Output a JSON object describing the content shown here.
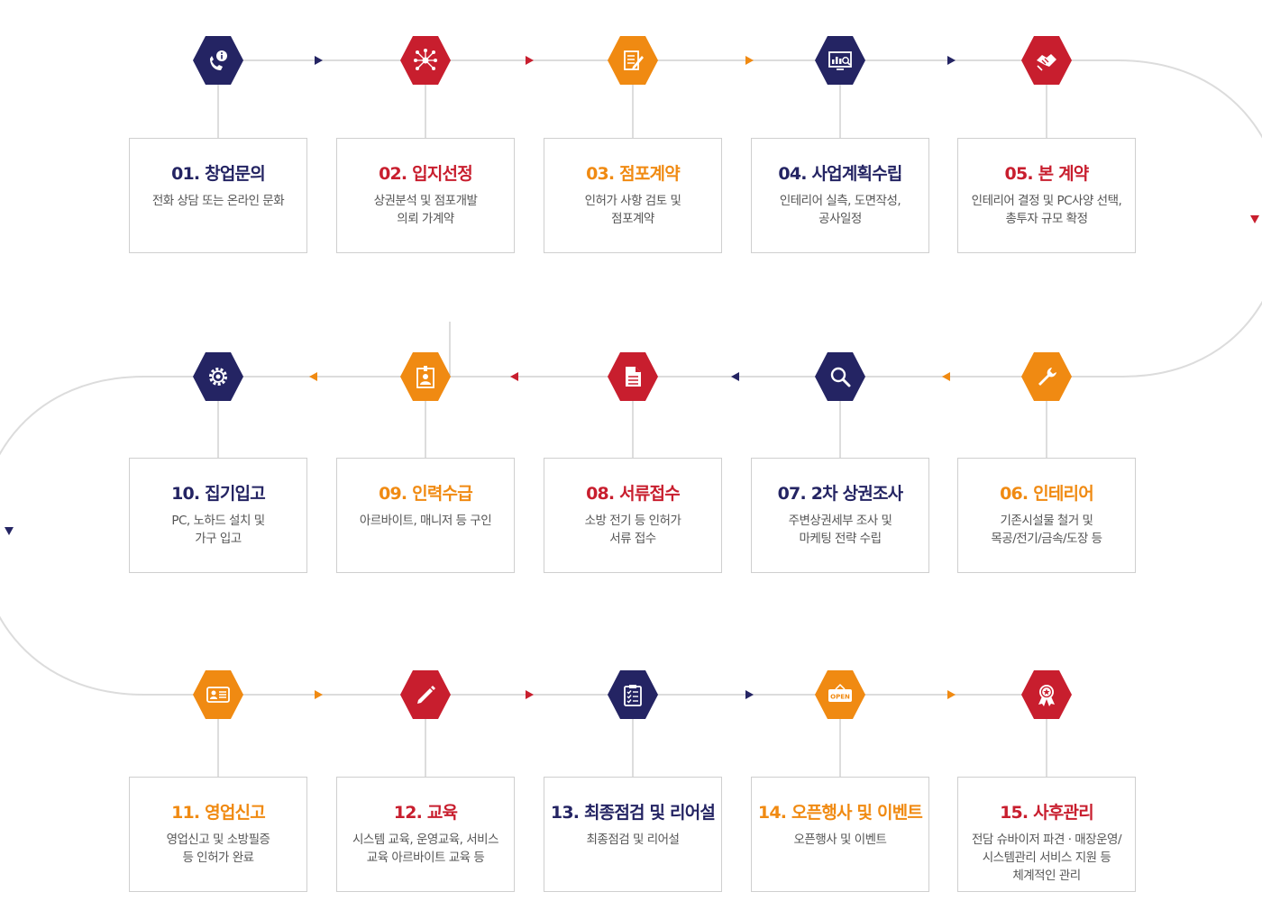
{
  "colors": {
    "navy": "#242463",
    "red": "#c81e2e",
    "orange": "#f08a12",
    "line": "#dcdcdc",
    "connector": "#bbbbbb"
  },
  "steps": [
    {
      "title": "01. 창업문의",
      "desc": "전화 상담 또는 온라인 문화",
      "color": "navy",
      "icon": "phone-info-icon"
    },
    {
      "title": "02. 입지선정",
      "desc": "상권분석 및 점포개발\n의뢰 가계약",
      "color": "red",
      "icon": "network-icon"
    },
    {
      "title": "03. 점포계약",
      "desc": "인허가 사항 검토 및\n점포계약",
      "color": "orange",
      "icon": "contract-pen-icon"
    },
    {
      "title": "04. 사업계획수립",
      "desc": "인테리어 실측, 도면작성,\n공사일정",
      "color": "navy",
      "icon": "chart-monitor-icon"
    },
    {
      "title": "05. 본 계약",
      "desc": "인테리어 결정 및 PC사양 선택,\n총투자 규모 확정",
      "color": "red",
      "icon": "handshake-icon"
    },
    {
      "title": "06. 인테리어",
      "desc": "기존시설물 철거 및\n목공/전기/금속/도장 등",
      "color": "orange",
      "icon": "wrench-icon"
    },
    {
      "title": "07. 2차 상권조사",
      "desc": "주변상권세부 조사 및\n마케팅 전략 수립",
      "color": "navy",
      "icon": "magnifier-icon"
    },
    {
      "title": "08. 서류접수",
      "desc": "소방 전기 등 인허가\n서류 접수",
      "color": "red",
      "icon": "document-icon"
    },
    {
      "title": "09. 인력수급",
      "desc": "아르바이트, 매니저 등 구인",
      "color": "orange",
      "icon": "id-badge-icon"
    },
    {
      "title": "10. 집기입고",
      "desc": "PC, 노하드 설치 및\n가구 입고",
      "color": "navy",
      "icon": "gear-icon"
    },
    {
      "title": "11. 영업신고",
      "desc": "영업신고 및 소방필증\n등 인허가 완료",
      "color": "orange",
      "icon": "id-card-icon"
    },
    {
      "title": "12. 교육",
      "desc": "시스템 교육, 운영교육, 서비스\n교육 아르바이트 교육 등",
      "color": "red",
      "icon": "pencil-icon"
    },
    {
      "title": "13. 최종점검 및 리어설",
      "desc": "최종점검 및 리어설",
      "color": "navy",
      "icon": "clipboard-check-icon"
    },
    {
      "title": "14. 오픈행사 및 이벤트",
      "desc": "오픈행사 및 이벤트",
      "color": "orange",
      "icon": "open-sign-icon",
      "icon_text": "OPEN"
    },
    {
      "title": "15. 사후관리",
      "desc": "전담 슈바이저 파견 · 매장운영/\n시스템관리 서비스 지원 등\n체계적인 관리",
      "color": "red",
      "icon": "award-ribbon-icon"
    }
  ]
}
